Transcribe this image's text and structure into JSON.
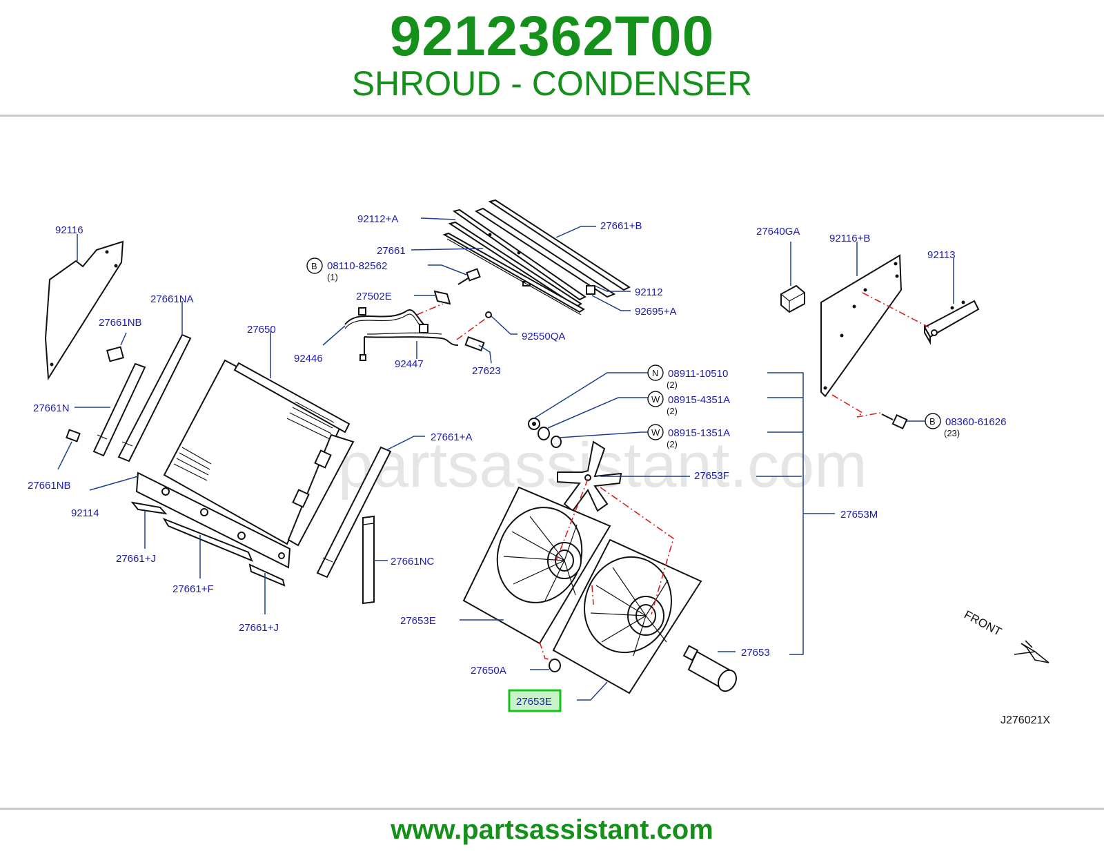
{
  "header": {
    "part_number": "9212362T00",
    "part_name": "SHROUD - CONDENSER"
  },
  "diagram": {
    "watermark": "www.partsassistant.com",
    "reference_code": "J276021X",
    "front_label": "FRONT",
    "labels": {
      "l92116": "92116",
      "l27661NA": "27661NA",
      "l27661NB_top": "27661NB",
      "l27661N": "27661N",
      "l27661NB_bot": "27661NB",
      "l92114": "92114",
      "l27661J_left": "27661+J",
      "l27661F": "27661+F",
      "l27661J_right": "27661+J",
      "l27650": "27650",
      "l92112A": "92112+A",
      "l27661": "27661",
      "l27661B": "27661+B",
      "l08110": "08110-82562",
      "l27502E": "27502E",
      "l92446": "92446",
      "l92447": "92447",
      "l27623": "27623",
      "l92550QA": "92550QA",
      "l92112": "92112",
      "l92695A": "92695+A",
      "l27661A": "27661+A",
      "l27661NC": "27661NC",
      "l27640GA": "27640GA",
      "l92116B": "92116+B",
      "l92113": "92113",
      "l08911": "08911-10510",
      "l08915_4351A": "08915-4351A",
      "l08915_1351A": "08915-1351A",
      "l08360": "08360-61626",
      "l27653F": "27653F",
      "l27653M": "27653M",
      "l27653E_upper": "27653E",
      "l27650A": "27650A",
      "l27653E_highlight": "27653E",
      "l27653": "27653"
    },
    "quantities": {
      "q08110": "(1)",
      "q08911": "(2)",
      "q08915_4351A": "(2)",
      "q08915_1351A": "(2)",
      "q08360": "(23)"
    },
    "badges": {
      "b08110": "B",
      "b08911": "N",
      "b08915_4351A": "W",
      "b08915_1351A": "W",
      "b08360": "B"
    },
    "highlight_color": "#16c11c",
    "label_color": "#1c1ca8",
    "brand_color": "#15901a"
  },
  "footer": {
    "url": "www.partsassistant.com"
  }
}
